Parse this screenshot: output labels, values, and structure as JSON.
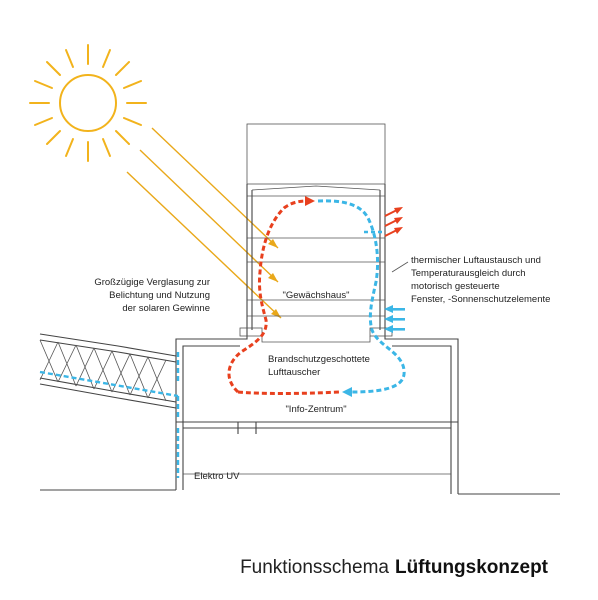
{
  "labels": {
    "glazing": [
      "Großzügige Verglasung zur",
      "Belichtung und Nutzung",
      "der solaren Gewinne"
    ],
    "exchange": [
      "thermischer Luftaustausch und",
      "Temperaturausgleich durch",
      "motorisch gesteuerte",
      "Fenster, -Sonnenschutzelemente"
    ],
    "greenhouse": "\"Gewächshaus\"",
    "heat_exchanger": [
      "Brandschutzgeschottete",
      "Lufttauscher"
    ],
    "info_center": "\"Info-Zentrum\"",
    "elektro": "Elektro UV"
  },
  "title": {
    "light": "Funktionsschema",
    "bold": "Lüftungskonzept"
  },
  "colors": {
    "warm_air": "#e8401e",
    "cold_air": "#3bb6e6",
    "sun": "#f2b31c"
  },
  "icons": [
    "sun-icon"
  ]
}
